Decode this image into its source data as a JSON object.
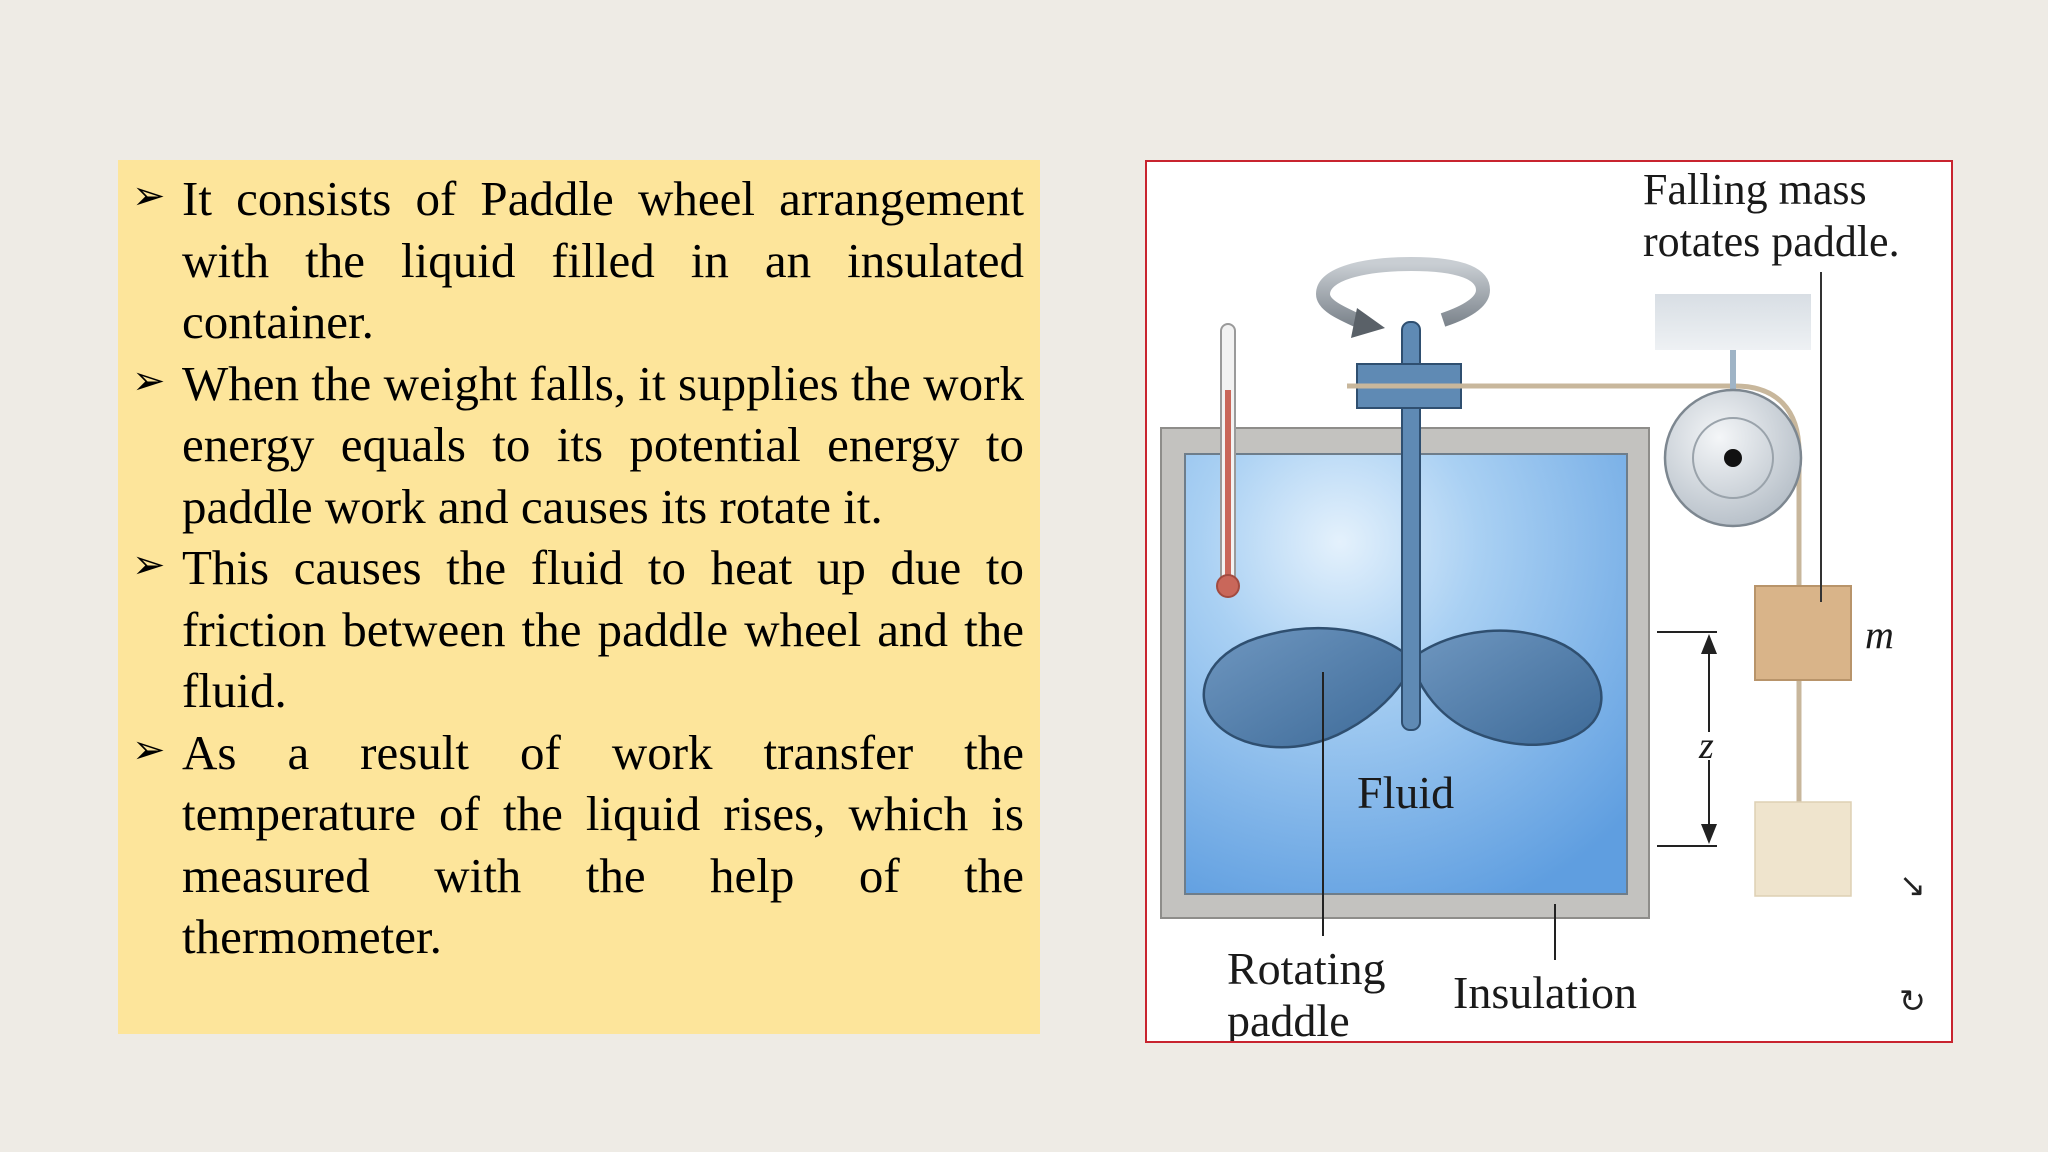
{
  "bullets": [
    {
      "arrow": "➢",
      "text": "It consists of Paddle wheel arrangement with the liquid filled in an insulated container."
    },
    {
      "arrow": "➢",
      "text": "When the weight falls, it supplies the work energy equals to its potential energy to paddle work and causes its rotate it."
    },
    {
      "arrow": "➢",
      "text": "This causes the fluid to heat up due to friction between the paddle wheel and the fluid."
    },
    {
      "arrow": "➢",
      "text": "As a result of work transfer the temperature of the liquid rises, which is measured with the help of the thermometer."
    }
  ],
  "diagram": {
    "caption_line1": "Falling mass",
    "caption_line2": "rotates paddle.",
    "fluid_label": "Fluid",
    "paddle_label_line1": "Rotating",
    "paddle_label_line2": "paddle",
    "insulation_label": "Insulation",
    "mass_label": "m",
    "height_label": "z",
    "expand_icon": "↘",
    "rotate_icon": "↻"
  },
  "colors": {
    "slide_background": "#eeebe5",
    "text_box_background": "#fde59b",
    "figure_border": "#c8242f",
    "fluid": "#7fb6ea",
    "mass": "#d9b489"
  }
}
